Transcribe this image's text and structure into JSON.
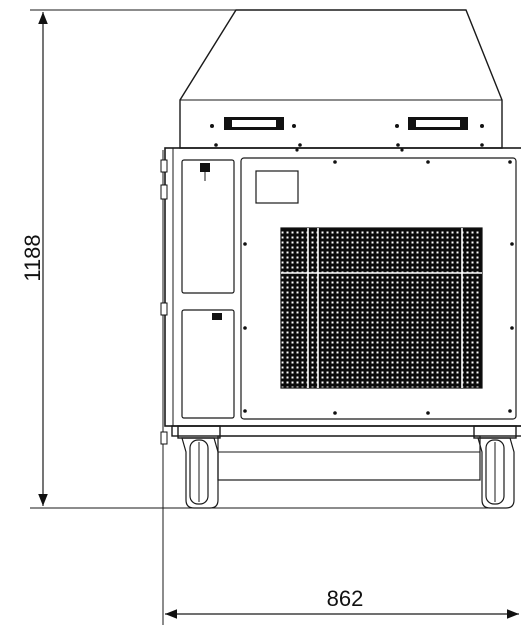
{
  "drawing": {
    "view": "front",
    "dimensions": {
      "height": "1188",
      "width": "862"
    },
    "colors": {
      "line": "#1a1a1a",
      "grille": "#0a0a0a",
      "background": "#ffffff"
    }
  }
}
